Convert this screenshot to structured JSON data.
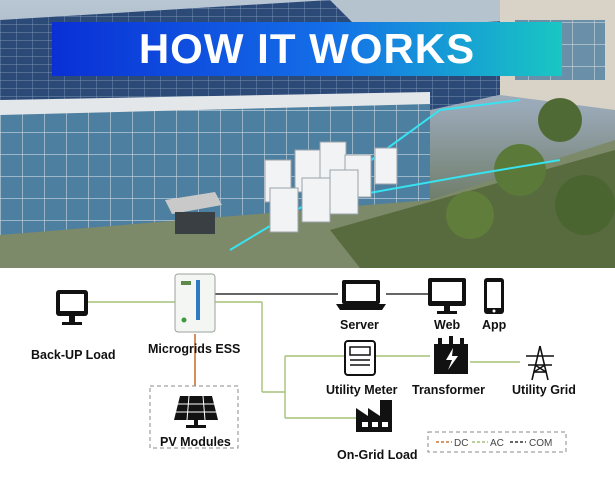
{
  "banner": {
    "title": "HOW IT WORKS"
  },
  "diagram": {
    "nodes": {
      "backup_load": "Back-UP Load",
      "microgrids_ess": "Microgrids ESS",
      "pv_modules": "PV Modules",
      "server": "Server",
      "web": "Web",
      "app": "App",
      "utility_meter": "Utility Meter",
      "transformer": "Transformer",
      "utility_grid": "Utility Grid",
      "on_grid_load": "On-Grid Load"
    },
    "legend": {
      "dc": "DC",
      "ac": "AC",
      "com": "COM"
    },
    "colors": {
      "dc": "#c87533",
      "ac": "#a6c279",
      "com": "#333333",
      "banner_start": "#0a2fd6",
      "banner_end": "#19c7c3"
    }
  },
  "icons": [
    "monitor-icon",
    "battery-cabinet-icon",
    "solar-panel-icon",
    "laptop-icon",
    "desktop-icon",
    "smartphone-icon",
    "meter-icon",
    "transformer-icon",
    "transmission-tower-icon",
    "factory-icon"
  ]
}
